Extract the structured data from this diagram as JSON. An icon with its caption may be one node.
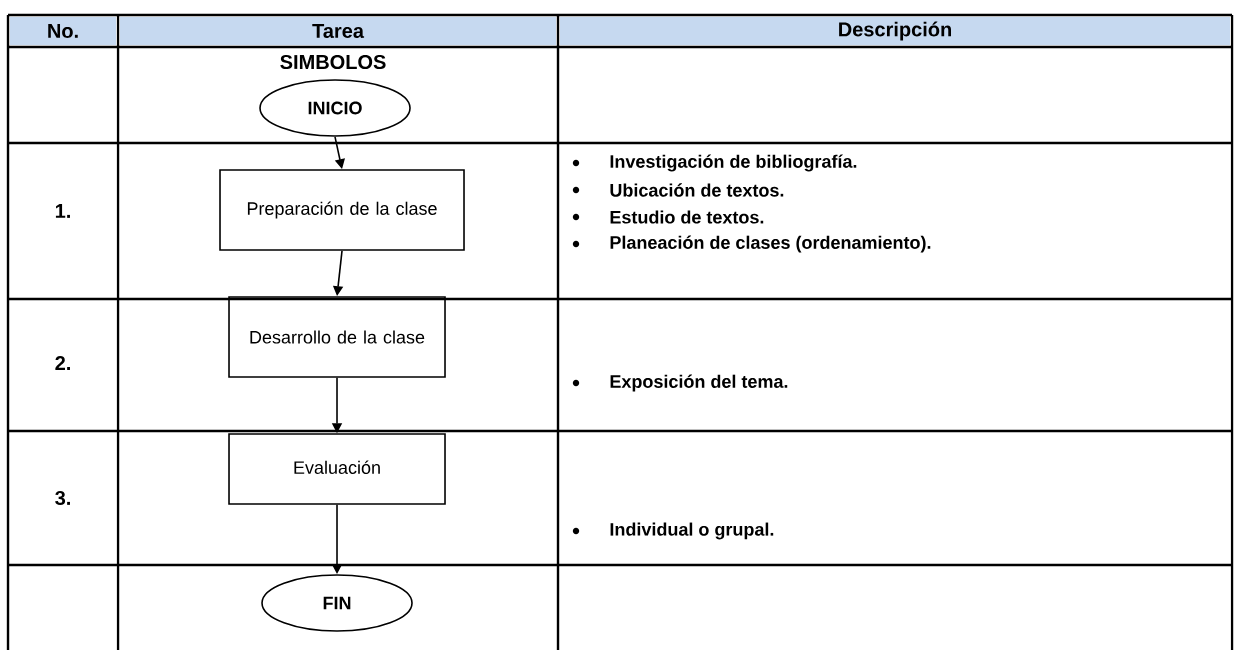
{
  "diagram": {
    "nodes": [
      {
        "text": [
          "INICIO"
        ]
      },
      {
        "text": [
          "Preparación de la clase"
        ]
      },
      {
        "text": [
          "Desarrollo de la clase"
        ]
      },
      {
        "text": [
          "Evaluación"
        ]
      },
      {
        "text": [
          "FIN"
        ]
      }
    ],
    "edges": [
      {
        "from": 0,
        "to": 1,
        "arrow": "to"
      },
      {
        "from": 1,
        "to": 2,
        "arrow": "to"
      },
      {
        "from": 2,
        "to": 3,
        "arrow": "to"
      },
      {
        "from": 3,
        "to": 4,
        "arrow": "to"
      }
    ],
    "labels": [
      "No.",
      "Tarea",
      "Descripción",
      "SIMBOLOS",
      "1.",
      "Investigación de bibliografía.",
      "Ubicación de textos.",
      "Estudio de textos.",
      "Planeación de clases (ordenamiento).",
      "2.",
      "Exposición del tema.",
      "3.",
      "Individual o grupal."
    ]
  }
}
